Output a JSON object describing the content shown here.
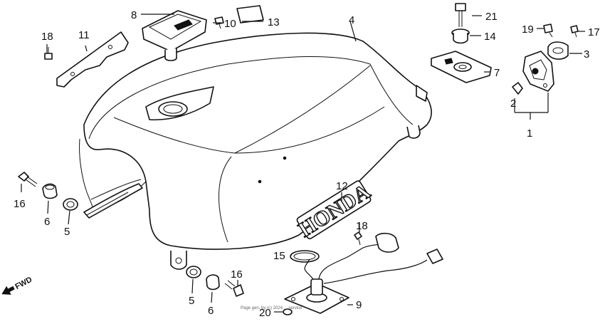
{
  "callouts": [
    {
      "id": "c1",
      "label": "1"
    },
    {
      "id": "c2",
      "label": "2"
    },
    {
      "id": "c3",
      "label": "3"
    },
    {
      "id": "c4",
      "label": "4"
    },
    {
      "id": "c5a",
      "label": "5"
    },
    {
      "id": "c5b",
      "label": "5"
    },
    {
      "id": "c6a",
      "label": "6"
    },
    {
      "id": "c6b",
      "label": "6"
    },
    {
      "id": "c7",
      "label": "7"
    },
    {
      "id": "c8",
      "label": "8"
    },
    {
      "id": "c9",
      "label": "9"
    },
    {
      "id": "c10",
      "label": "10"
    },
    {
      "id": "c11",
      "label": "11"
    },
    {
      "id": "c12",
      "label": "12"
    },
    {
      "id": "c13",
      "label": "13"
    },
    {
      "id": "c14",
      "label": "14"
    },
    {
      "id": "c15",
      "label": "15"
    },
    {
      "id": "c16a",
      "label": "16"
    },
    {
      "id": "c16b",
      "label": "16"
    },
    {
      "id": "c17",
      "label": "17"
    },
    {
      "id": "c18a",
      "label": "18"
    },
    {
      "id": "c18b",
      "label": "18"
    },
    {
      "id": "c19",
      "label": "19"
    },
    {
      "id": "c20",
      "label": "20"
    },
    {
      "id": "c21",
      "label": "21"
    }
  ],
  "direction_label": "FWD",
  "emblem_text": "HONDA",
  "footer_text": "Page gen, by (c) 2024 ... service"
}
